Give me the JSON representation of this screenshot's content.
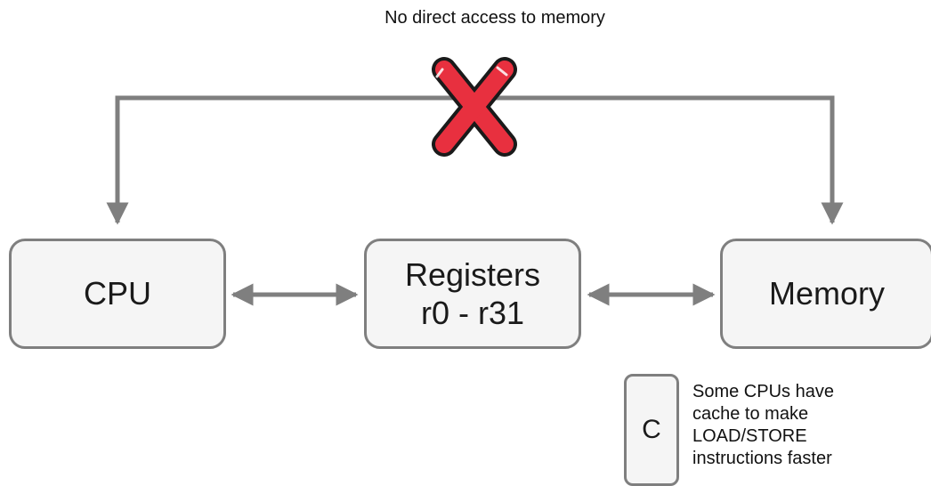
{
  "note_top": "No direct access to memory",
  "boxes": {
    "cpu": "CPU",
    "registers": {
      "line1": "Registers",
      "line2": "r0 - r31"
    },
    "memory": "Memory",
    "cache": "C"
  },
  "cache_note": {
    "lines": [
      "Some CPUs have",
      "cache to make",
      "LOAD/STORE",
      "instructions faster"
    ]
  },
  "colors": {
    "connector": "#7f7f7f",
    "box_fill": "#f5f5f5",
    "cross_fill": "#e8303f",
    "cross_outline": "#1a1a1a"
  },
  "icons": {
    "blocked": "red-x-icon"
  }
}
